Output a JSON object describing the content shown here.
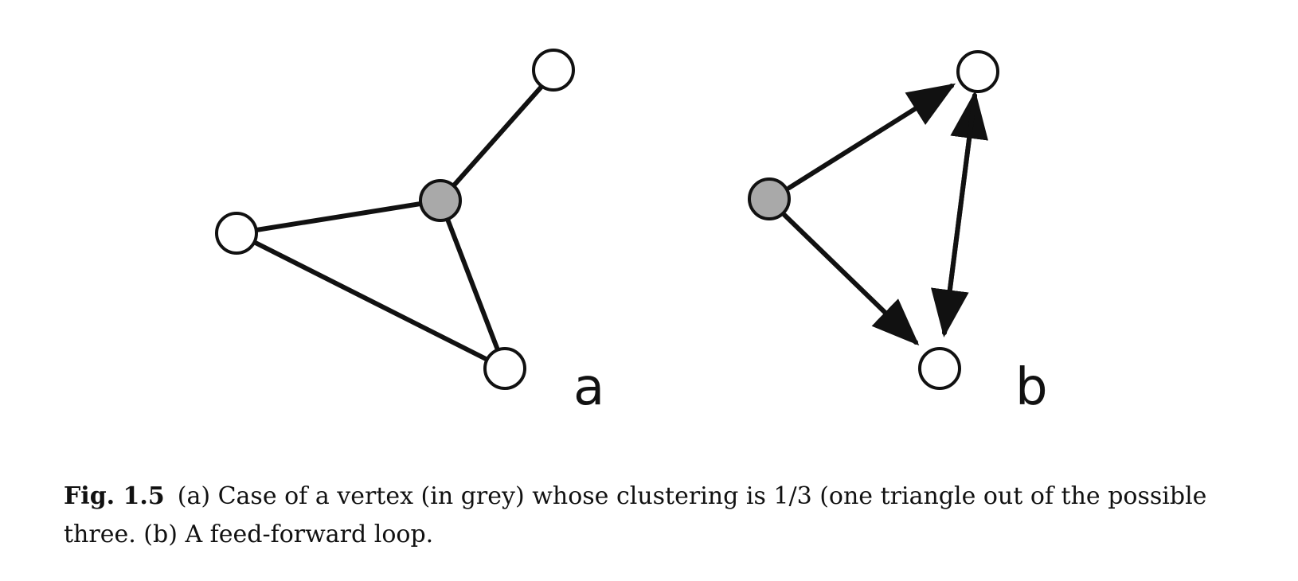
{
  "panels": {
    "a": {
      "label": "a"
    },
    "b": {
      "label": "b"
    }
  },
  "caption": {
    "label": "Fig. 1.5",
    "text": "(a) Case of a vertex (in grey) whose clustering is 1/3 (one triangle out of the possible three. (b) A feed-forward loop."
  },
  "colors": {
    "center_node": "#a9a9a9",
    "node": "#ffffff",
    "stroke": "#111111"
  }
}
